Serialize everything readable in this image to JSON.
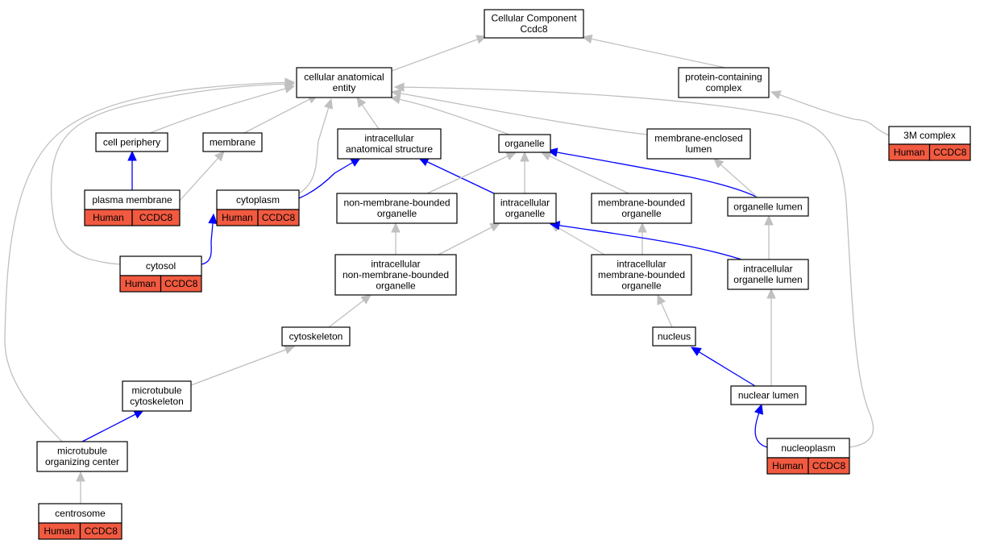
{
  "colors": {
    "is_a_edge": "#c0c0c0",
    "part_of_edge": "#0000ff",
    "annotation_fill": "#f15a40",
    "node_border": "#000000"
  },
  "nodes": [
    {
      "id": "cellular-component",
      "lines": [
        "Cellular Component",
        "Ccdc8"
      ]
    },
    {
      "id": "cellular-anatomical-entity",
      "lines": [
        "cellular anatomical",
        "entity"
      ]
    },
    {
      "id": "protein-containing-complex",
      "lines": [
        "protein-containing",
        "complex"
      ]
    },
    {
      "id": "3m-complex",
      "lines": [
        "3M complex"
      ],
      "annotation": [
        "Human",
        "CCDC8"
      ]
    },
    {
      "id": "cell-periphery",
      "lines": [
        "cell periphery"
      ]
    },
    {
      "id": "membrane",
      "lines": [
        "membrane"
      ]
    },
    {
      "id": "intracellular-anatomical-structure",
      "lines": [
        "intracellular",
        "anatomical structure"
      ]
    },
    {
      "id": "organelle",
      "lines": [
        "organelle"
      ]
    },
    {
      "id": "membrane-enclosed-lumen",
      "lines": [
        "membrane-enclosed",
        "lumen"
      ]
    },
    {
      "id": "plasma-membrane",
      "lines": [
        "plasma membrane"
      ],
      "annotation": [
        "Human",
        "CCDC8"
      ]
    },
    {
      "id": "cytoplasm",
      "lines": [
        "cytoplasm"
      ],
      "annotation": [
        "Human",
        "CCDC8"
      ]
    },
    {
      "id": "non-membrane-bounded-organelle",
      "lines": [
        "non-membrane-bounded",
        "organelle"
      ]
    },
    {
      "id": "intracellular-organelle",
      "lines": [
        "intracellular",
        "organelle"
      ]
    },
    {
      "id": "membrane-bounded-organelle",
      "lines": [
        "membrane-bounded",
        "organelle"
      ]
    },
    {
      "id": "organelle-lumen",
      "lines": [
        "organelle lumen"
      ]
    },
    {
      "id": "cytosol",
      "lines": [
        "cytosol"
      ],
      "annotation": [
        "Human",
        "CCDC8"
      ]
    },
    {
      "id": "intracellular-non-membrane-bounded-organelle",
      "lines": [
        "intracellular",
        "non-membrane-bounded",
        "organelle"
      ]
    },
    {
      "id": "intracellular-membrane-bounded-organelle",
      "lines": [
        "intracellular",
        "membrane-bounded",
        "organelle"
      ]
    },
    {
      "id": "intracellular-organelle-lumen",
      "lines": [
        "intracellular",
        "organelle lumen"
      ]
    },
    {
      "id": "cytoskeleton",
      "lines": [
        "cytoskeleton"
      ]
    },
    {
      "id": "nucleus",
      "lines": [
        "nucleus"
      ]
    },
    {
      "id": "microtubule-cytoskeleton",
      "lines": [
        "microtubule",
        "cytoskeleton"
      ]
    },
    {
      "id": "nuclear-lumen",
      "lines": [
        "nuclear lumen"
      ]
    },
    {
      "id": "microtubule-organizing-center",
      "lines": [
        "microtubule",
        "organizing center"
      ]
    },
    {
      "id": "nucleoplasm",
      "lines": [
        "nucleoplasm"
      ],
      "annotation": [
        "Human",
        "CCDC8"
      ]
    },
    {
      "id": "centrosome",
      "lines": [
        "centrosome"
      ],
      "annotation": [
        "Human",
        "CCDC8"
      ]
    }
  ],
  "edges": [
    {
      "from": "cellular-anatomical-entity",
      "to": "cellular-component",
      "type": "is_a"
    },
    {
      "from": "protein-containing-complex",
      "to": "cellular-component",
      "type": "is_a"
    },
    {
      "from": "3m-complex",
      "to": "protein-containing-complex",
      "type": "is_a"
    },
    {
      "from": "cell-periphery",
      "to": "cellular-anatomical-entity",
      "type": "is_a"
    },
    {
      "from": "membrane",
      "to": "cellular-anatomical-entity",
      "type": "is_a"
    },
    {
      "from": "intracellular-anatomical-structure",
      "to": "cellular-anatomical-entity",
      "type": "is_a"
    },
    {
      "from": "organelle",
      "to": "cellular-anatomical-entity",
      "type": "is_a"
    },
    {
      "from": "membrane-enclosed-lumen",
      "to": "cellular-anatomical-entity",
      "type": "is_a"
    },
    {
      "from": "cytoplasm",
      "to": "cellular-anatomical-entity",
      "type": "is_a"
    },
    {
      "from": "cytosol",
      "to": "cellular-anatomical-entity",
      "type": "is_a"
    },
    {
      "from": "microtubule-organizing-center",
      "to": "cellular-anatomical-entity",
      "type": "is_a"
    },
    {
      "from": "nucleoplasm",
      "to": "cellular-anatomical-entity",
      "type": "is_a"
    },
    {
      "from": "plasma-membrane",
      "to": "cell-periphery",
      "type": "part_of"
    },
    {
      "from": "plasma-membrane",
      "to": "membrane",
      "type": "is_a"
    },
    {
      "from": "cytoplasm",
      "to": "intracellular-anatomical-structure",
      "type": "part_of"
    },
    {
      "from": "intracellular-organelle",
      "to": "intracellular-anatomical-structure",
      "type": "part_of"
    },
    {
      "from": "non-membrane-bounded-organelle",
      "to": "organelle",
      "type": "is_a"
    },
    {
      "from": "intracellular-organelle",
      "to": "organelle",
      "type": "is_a"
    },
    {
      "from": "membrane-bounded-organelle",
      "to": "organelle",
      "type": "is_a"
    },
    {
      "from": "organelle-lumen",
      "to": "organelle",
      "type": "part_of"
    },
    {
      "from": "organelle-lumen",
      "to": "membrane-enclosed-lumen",
      "type": "is_a"
    },
    {
      "from": "cytosol",
      "to": "cytoplasm",
      "type": "part_of"
    },
    {
      "from": "intracellular-non-membrane-bounded-organelle",
      "to": "non-membrane-bounded-organelle",
      "type": "is_a"
    },
    {
      "from": "intracellular-non-membrane-bounded-organelle",
      "to": "intracellular-organelle",
      "type": "is_a"
    },
    {
      "from": "intracellular-membrane-bounded-organelle",
      "to": "intracellular-organelle",
      "type": "is_a"
    },
    {
      "from": "intracellular-membrane-bounded-organelle",
      "to": "membrane-bounded-organelle",
      "type": "is_a"
    },
    {
      "from": "intracellular-organelle-lumen",
      "to": "intracellular-organelle",
      "type": "part_of"
    },
    {
      "from": "intracellular-organelle-lumen",
      "to": "organelle-lumen",
      "type": "is_a"
    },
    {
      "from": "cytoskeleton",
      "to": "intracellular-non-membrane-bounded-organelle",
      "type": "is_a"
    },
    {
      "from": "nucleus",
      "to": "intracellular-membrane-bounded-organelle",
      "type": "is_a"
    },
    {
      "from": "microtubule-cytoskeleton",
      "to": "cytoskeleton",
      "type": "is_a"
    },
    {
      "from": "nuclear-lumen",
      "to": "nucleus",
      "type": "part_of"
    },
    {
      "from": "nuclear-lumen",
      "to": "intracellular-organelle-lumen",
      "type": "is_a"
    },
    {
      "from": "microtubule-organizing-center",
      "to": "microtubule-cytoskeleton",
      "type": "part_of"
    },
    {
      "from": "nucleoplasm",
      "to": "nuclear-lumen",
      "type": "part_of"
    },
    {
      "from": "centrosome",
      "to": "microtubule-organizing-center",
      "type": "is_a"
    }
  ]
}
